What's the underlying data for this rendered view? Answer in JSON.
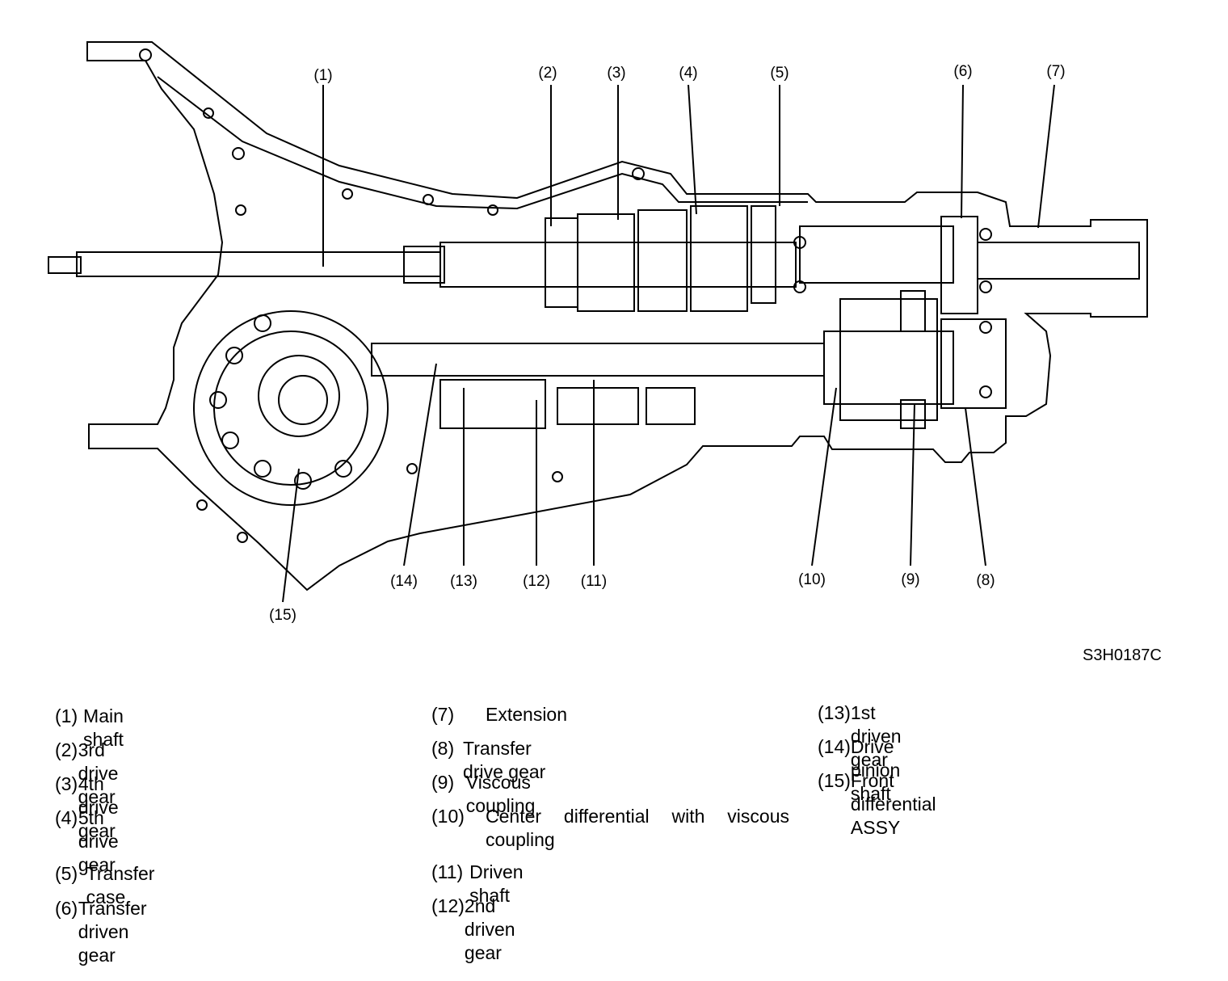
{
  "callouts": [
    "(1)",
    "(2)",
    "(3)",
    "(4)",
    "(5)",
    "(6)",
    "(7)",
    "(8)",
    "(9)",
    "(10)",
    "(11)",
    "(12)",
    "(13)",
    "(14)",
    "(15)"
  ],
  "figure_id": "S3H0187C",
  "legend": {
    "col1": [
      {
        "num": "(1)",
        "text": "Main shaft"
      },
      {
        "num": "(2)",
        "text": "3rd drive gear"
      },
      {
        "num": "(3)",
        "text": "4th drive gear"
      },
      {
        "num": "(4)",
        "text": "5th drive gear"
      },
      {
        "num": "(5)",
        "text": "Transfer case"
      },
      {
        "num": "(6)",
        "text": "Transfer driven gear"
      }
    ],
    "col2": [
      {
        "num": "(7)",
        "text": "Extension"
      },
      {
        "num": "(8)",
        "text": "Transfer drive gear"
      },
      {
        "num": "(9)",
        "text": "Viscous coupling"
      },
      {
        "num": "(10)",
        "text": "Center differential with viscous coupling"
      },
      {
        "num": "(11)",
        "text": "Driven shaft"
      },
      {
        "num": "(12)",
        "text": "2nd driven gear"
      }
    ],
    "col3": [
      {
        "num": "(13)",
        "text": "1st driven gear"
      },
      {
        "num": "(14)",
        "text": "Drive pinion shaft"
      },
      {
        "num": "(15)",
        "text": "Front differential ASSY"
      }
    ]
  }
}
